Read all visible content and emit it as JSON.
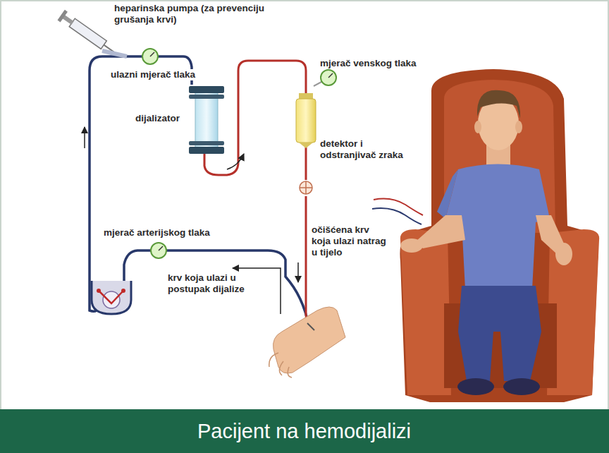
{
  "diagram": {
    "title": "Pacijent na hemodijalizi",
    "labels": [
      "heparinska pumpa (za prevenciju grušanja krvi)",
      "ulazni mjerač tlaka",
      "dijalizator",
      "mjerač venskog tlaka",
      "detektor i odstranjivač zraka",
      "mjerač arterijskog tlaka",
      "krv koja ulazi u postupak dijalize",
      "očišćena krv koja ulazi natrag u tijelo"
    ]
  }
}
